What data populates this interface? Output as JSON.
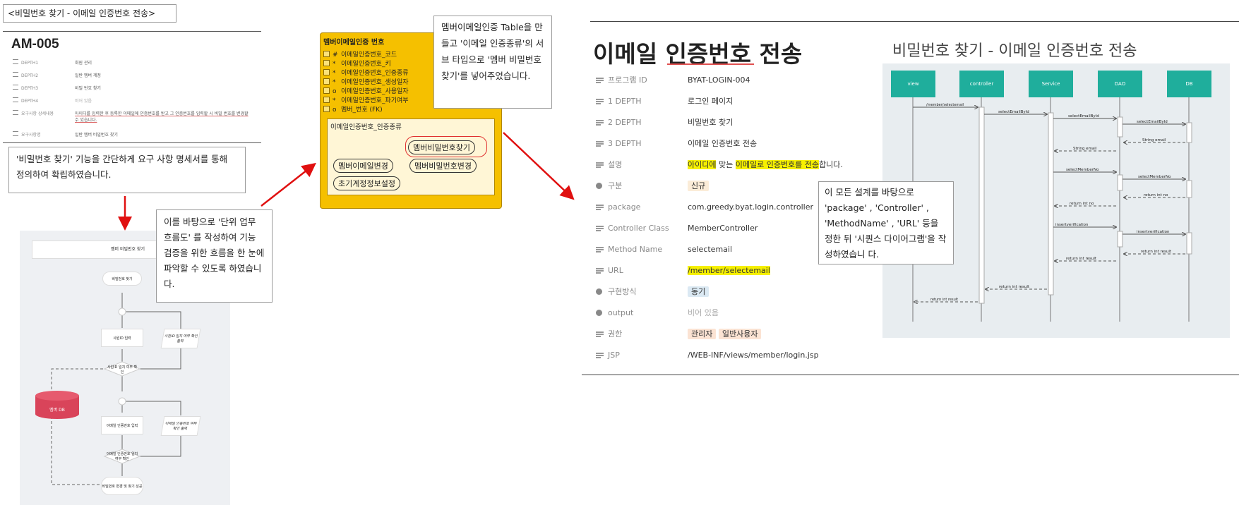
{
  "left_panel": {
    "title_box": "<비밀번호 찾기 - 이메일 인증번호 전송>",
    "code": "AM-005",
    "spec_rows": [
      {
        "key": "DEPTH1",
        "value": "회원 관리"
      },
      {
        "key": "DEPTH2",
        "value": "일반 멤버 계정"
      },
      {
        "key": "DEPTH3",
        "value": "비밀 번호 찾기"
      },
      {
        "key": "DEPTH4",
        "value": "비어 있음"
      },
      {
        "key": "요구사항 상세내용",
        "value": "아이디를 입력한 후 등록한 이메일에 인증번호를 받고 그 인증번호를 입력할 시 비밀 번호를 변경할 수 있습니다."
      },
      {
        "key": "요구사항명",
        "value": "일반 멤버 비밀번호 찾기"
      }
    ],
    "note1": "'비밀번호 찾기' 기능을 간단하게 요구 사항 명세서를 통해 정의하여 확립하였습니다.",
    "note2": "이를 바탕으로 '단위 업무 흐름도' 를 작성하여 기능 검증을 위한 흐름을 한 눈에 파악할 수 있도록 하였습니다.",
    "flow": {
      "header": "멤버 비밀번호 찾기",
      "nodes": [
        "비밀번호 찾기",
        "사원ID 입력",
        "사원ID 일치 여부 확인 출력",
        "사원ID 일치 여부 확인",
        "이메일 인증번호 입력",
        "이메일 인증번호 여부 확인 출력",
        "이메일 인증번호 일치 여부 확인",
        "비밀번호 변경 및 찾기 성공"
      ],
      "db": "멤버 DB"
    }
  },
  "erd": {
    "title": "멤버이메일인증 번호",
    "columns": [
      {
        "mark": "#",
        "name": "이메일인증번호_코드"
      },
      {
        "mark": "*",
        "name": "이메일인증번호_키"
      },
      {
        "mark": "*",
        "name": "이메일인증번호_인증종류"
      },
      {
        "mark": "*",
        "name": "이메일인증번호_생성일자"
      },
      {
        "mark": "o",
        "name": "이메일인증번호_사용일자"
      },
      {
        "mark": "*",
        "name": "이메일인증번호_파기여부"
      },
      {
        "mark": "o",
        "name": "멤버_번호 (FK)"
      }
    ],
    "subtype_title": "이메일인증번호_인증종류",
    "subtypes": [
      "멤버비밀번호찾기",
      "멤버이메일변경",
      "멤버비밀번호변경",
      "초기계정정보설정"
    ],
    "note": "멤버이메일인증 Table을 만들고 '이메일 인증종류'의 서브 타입으로 '멤버 비밀번호 찾기'를 넣어주었습니다."
  },
  "spec": {
    "title": "이메일 인증번호 전송",
    "rows": [
      {
        "icon": "list-icon",
        "key": "프로그램 ID",
        "value": "BYAT-LOGIN-004"
      },
      {
        "icon": "list-icon",
        "key": "1 DEPTH",
        "value": "로그인 페이지"
      },
      {
        "icon": "list-icon",
        "key": "2 DEPTH",
        "value": "비밀번호 찾기"
      },
      {
        "icon": "list-icon",
        "key": "3 DEPTH",
        "value": "이메일 인증번호 전송"
      },
      {
        "icon": "list-icon",
        "key": "설명",
        "value_parts": [
          "아이디에",
          " 맞는 ",
          "이메일로 인증번호를 전송",
          "합니다."
        ]
      },
      {
        "icon": "circle-icon",
        "key": "구분",
        "value": "신규",
        "tag_color": "#fbecd8"
      },
      {
        "icon": "list-icon",
        "key": "package",
        "value": "com.greedy.byat.login.controller"
      },
      {
        "icon": "list-icon",
        "key": "Controller Class",
        "value": "MemberController"
      },
      {
        "icon": "list-icon",
        "key": "Method Name",
        "value": "selectemail"
      },
      {
        "icon": "list-icon",
        "key": "URL",
        "value": "/member/selectemail"
      },
      {
        "icon": "circle-icon",
        "key": "구현방식",
        "value": "동기",
        "tag_color": "#dbe9f3"
      },
      {
        "icon": "circle-icon",
        "key": "output",
        "value": "비어 있음"
      },
      {
        "icon": "list-icon",
        "key": "권한",
        "tags": [
          "관리자",
          "일반사용자"
        ],
        "tag_color": "#fbe3d3"
      },
      {
        "icon": "list-icon",
        "key": "JSP",
        "value": "/WEB-INF/views/member/login.jsp"
      }
    ],
    "highlight_color": "#f6f000"
  },
  "sequence": {
    "title": "비밀번호 찾기 -  이메일 인증번호 전송",
    "actors": [
      "view",
      "controller",
      "Service",
      "DAO",
      "DB"
    ],
    "messages": [
      "/member/selectemail",
      "selectEmailById",
      "selectEmailById",
      "selectEmailById",
      "String email",
      "String email",
      "selectMemberNo",
      "selectMemberNo",
      "return int no",
      "return int no",
      "insertverification",
      "insertverification",
      "return int result",
      "return int result",
      "return int result",
      "return int result"
    ],
    "note": "이 모든 설계를 바탕으로 'package' , 'Controller' , 'MethodName' , 'URL' 등을 정한 뒤 '시퀀스 다이어그램'을 작성하였습니 다.",
    "actor_color": "#1fae9c"
  }
}
